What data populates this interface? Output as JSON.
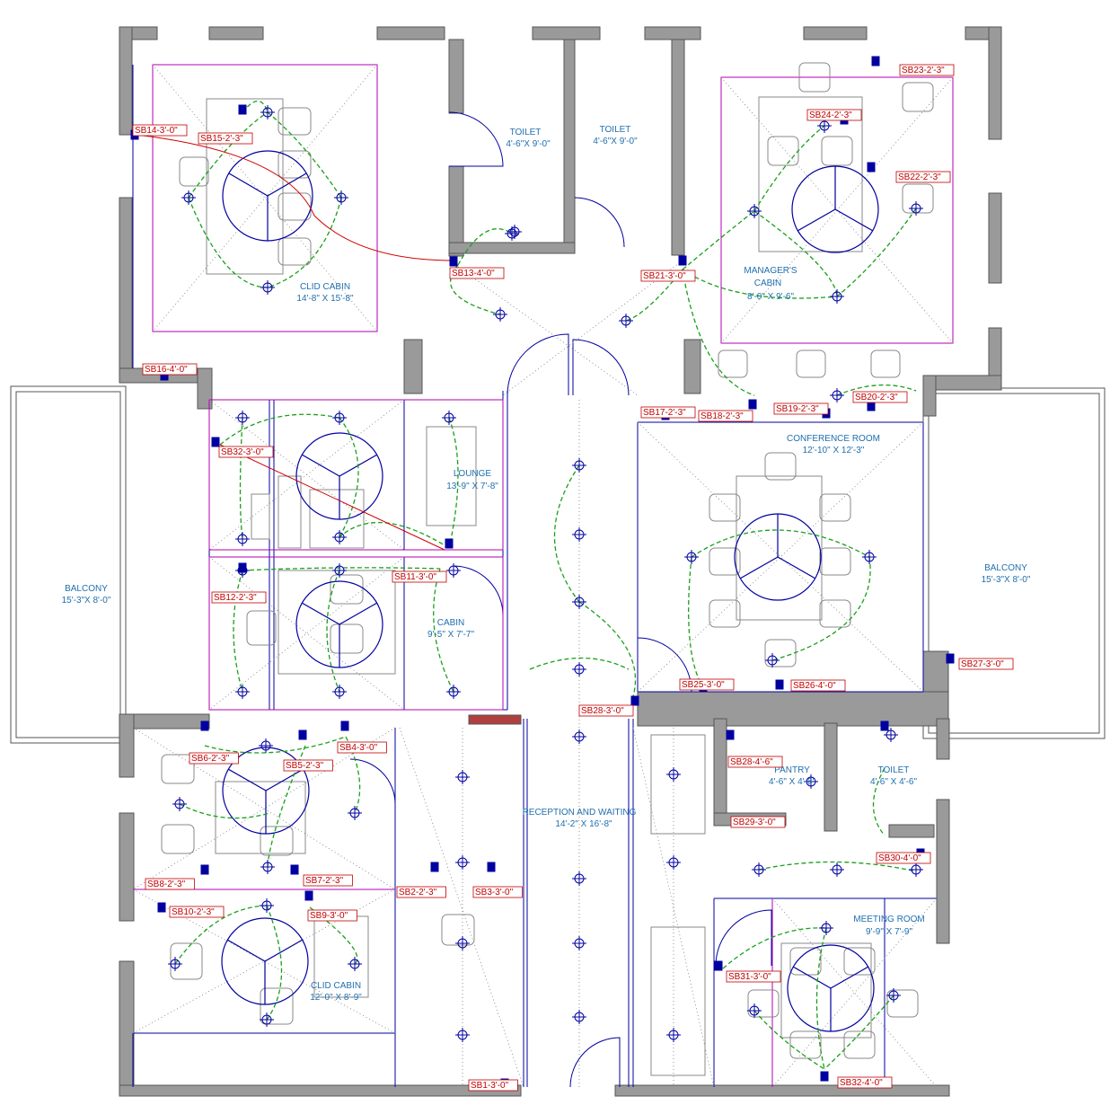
{
  "colors": {
    "wall": "#9a9a9a",
    "wall_edge": "#555555",
    "line": "#0000a0",
    "partition": "#b000b0",
    "grid": "#7a7a7a",
    "wire": "#1aa01a",
    "wire_red": "#d00000",
    "label": "#1f6fae",
    "tag": "#c00000",
    "red_block": "#b04040"
  },
  "rooms": [
    {
      "name": "CLID CABIN",
      "size": "14'-8\" X 15'-8\""
    },
    {
      "name": "TOILET",
      "size": "4'-6\"X 9'-0\""
    },
    {
      "name": "TOILET",
      "size": "4'-6\"X 9'-0\""
    },
    {
      "name": "MANAGER'S",
      "name2": "CABIN",
      "size": "8'-0\" X 9'-6\""
    },
    {
      "name": "BALCONY",
      "size": "15'-3\"X 8'-0\""
    },
    {
      "name": "LOUNGE",
      "size": "13'-9\" X 7'-8\""
    },
    {
      "name": "CABIN",
      "size": "9'-5\" X 7'-7\""
    },
    {
      "name": "CONFERENCE ROOM",
      "size": "12'-10\" X 12'-3\""
    },
    {
      "name": "BALCONY",
      "size": "15'-3\"X 8'-0\""
    },
    {
      "name": "PANTRY",
      "size": "4'-6\" X 4'-6\""
    },
    {
      "name": "TOILET",
      "size": "4'-6\" X 4'-6\""
    },
    {
      "name": "RECEPTION AND WAITING",
      "size": "14'-2\" X 16'-8\""
    },
    {
      "name": "MEETING ROOM",
      "size": "9'-9\" X 7'-9\""
    },
    {
      "name": "CLID CABIN",
      "size": "12'-0\" X 8'-9\""
    }
  ],
  "tags": [
    "SB14-3'-0\"",
    "SB15-2'-3\"",
    "SB13-4'-0\"",
    "SB21-3'-0\"",
    "SB23-2'-3\"",
    "SB24-2'-3\"",
    "SB22-2'-3\"",
    "SB16-4'-0\"",
    "SB17-2'-3\"",
    "SB18-2'-3\"",
    "SB19-2'-3\"",
    "SB20-2'-3\"",
    "SB32-3'-0\"",
    "SB11-3'-0\"",
    "SB12-2'-3\"",
    "SB28-3'-0\"",
    "SB25-3'-0\"",
    "SB26-4'-0\"",
    "SB27-3'-0\"",
    "SB6-2'-3\"",
    "SB5-2'-3\"",
    "SB4-3'-0\"",
    "SB28-4'-6\"",
    "SB29-3'-0\"",
    "SB30-4'-0\"",
    "SB8-2'-3\"",
    "SB7-2'-3\"",
    "SB2-2'-3\"",
    "SB3-3'-0\"",
    "SB10-2'-3\"",
    "SB9-3'-0\"",
    "SB31-3'-0\"",
    "SB32-4'-0\"",
    "SB1-3'-0\""
  ]
}
